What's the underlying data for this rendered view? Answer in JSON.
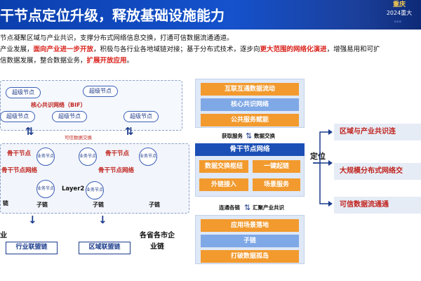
{
  "header": {
    "title": "干节点定位升级，释放基础设施能力",
    "badge_top": "重庆",
    "badge_mid": "2024重大",
    "badge_bottom": "。。。"
  },
  "bullets": {
    "line1": "节点凝聚区域与产业共识，支撑分布式网络信息交换，打通可信数据流通通道。",
    "line2_a": "产业发展，",
    "line2_b": "面向产业进一步开放",
    "line2_c": "，积极与各行业各地域链对接；基于分布式技术，逐步向",
    "line2_d": "更大范围的网络化演进",
    "line2_e": "，增强易用和可扩",
    "line3_a": "信数据发展，整合数据业务，",
    "line3_b": "扩展开放应用",
    "line3_c": "。"
  },
  "left_diagram": {
    "super_node": "超级节点",
    "bif_label": "核心共识网络（BIF）",
    "trusted_exchange": "可信数据交换",
    "backbone_node": "骨干节点",
    "backbone_network": "骨干节点网络",
    "business_node": "业务节点",
    "layer2": "Layer2",
    "sub_chain": "子链",
    "industry_chain": "行业联盟链",
    "region_chain": "区域联盟链",
    "enterprise_chain": "各省各市企业链",
    "left_text_1": "业",
    "left_text_2": "链"
  },
  "middle": {
    "interconnect": "互联互通数据流动",
    "core_network": "核心共识网络",
    "public_service": "公共服务赋能",
    "get_service": "获取服务",
    "data_exchange": "数据交换",
    "backbone_network": "骨干节点网络",
    "data_exchange_hub": "数据交换枢纽",
    "one_click": "一键起链",
    "external_access": "外链接入",
    "scenario_service": "场景服务",
    "connect_chains": "连通各链",
    "gather_consensus": "汇聚产业共识",
    "app_landing": "应用场景落地",
    "sub_chain": "子链",
    "break_silos": "打破数据孤岛"
  },
  "right": {
    "locate": "定位",
    "item1": "区域与产业共识连",
    "item2": "大规模分布式网络交",
    "item3": "可信数据流通通"
  },
  "colors": {
    "header_blue": "#1552cc",
    "accent_red": "#d9221c",
    "orange": "#f29a2e",
    "light_blue": "#7fa8e6",
    "dark_blue": "#1b4fb6"
  }
}
